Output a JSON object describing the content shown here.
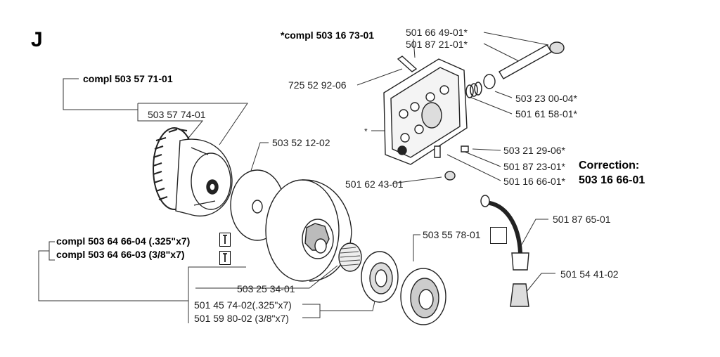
{
  "section_letter": "J",
  "labels": {
    "compl_503_16_73_01": "*compl 503 16 73-01",
    "p_501_66_49_01": "501 66 49-01*",
    "p_501_87_21_01": "501 87 21-01*",
    "p_725_52_92_06": "725 52 92-06",
    "p_503_23_00_04": "503 23 00-04*",
    "p_501_61_58_01": "501 61 58-01*",
    "star": "*",
    "p_503_21_29_06": "503 21 29-06*",
    "p_501_87_23_01": "501 87 23-01*",
    "p_501_16_66_01": "501 16 66-01*",
    "p_501_62_43_01": "501 62 43-01",
    "correction_title": "Correction:",
    "correction_value": "503 16 66-01",
    "compl_503_57_71_01": "compl 503 57 71-01",
    "p_503_57_74_01": "503 57 74-01",
    "p_503_52_12_02": "503 52 12-02",
    "compl_503_64_66_04": "compl 503 64 66-04 (.325\"x7)",
    "compl_503_64_66_03": "compl 503 64 66-03 (3/8\"x7)",
    "p_503_55_78_01": "503 55 78-01",
    "p_501_87_65_01": "501 87 65-01",
    "p_501_54_41_02": "501 54 41-02",
    "p_503_25_34_01": "503 25 34-01",
    "p_501_45_74_02": "501 45 74-02(.325\"x7)",
    "p_501_59_80_02": "501 59 80-02 (3/8\"x7)"
  }
}
